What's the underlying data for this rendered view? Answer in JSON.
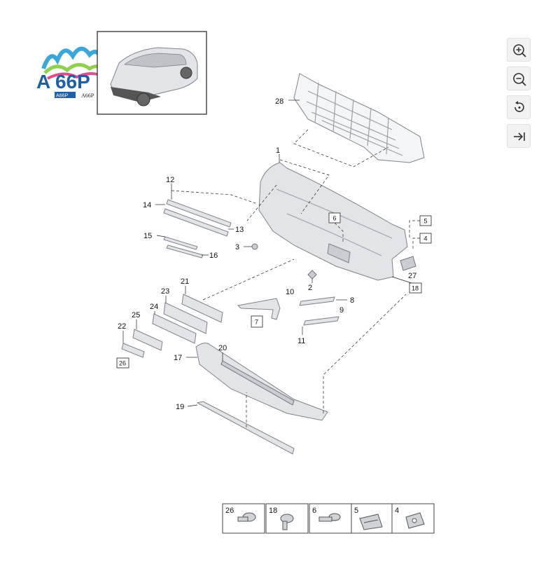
{
  "logo": {
    "text": "A 66P",
    "small_left": "A66P",
    "small_right": "A66P"
  },
  "toolbar": {
    "zoom_in_icon": "zoom-in-icon",
    "zoom_out_icon": "zoom-out-icon",
    "rotate_icon": "rotate-icon",
    "collapse_icon": "collapse-right-icon"
  },
  "callouts": {
    "p1": "1",
    "p2": "2",
    "p3": "3",
    "p4": "4",
    "p5": "5",
    "p6": "6",
    "p7": "7",
    "p8": "8",
    "p9": "9",
    "p10": "10",
    "p11": "11",
    "p12": "12",
    "p13": "13",
    "p14": "14",
    "p15": "15",
    "p16": "16",
    "p17": "17",
    "p18": "18",
    "p19": "19",
    "p20": "20",
    "p21": "21",
    "p22": "22",
    "p23": "23",
    "p24": "24",
    "p25": "25",
    "p26": "26",
    "p27": "27",
    "p28": "28"
  },
  "legend": [
    {
      "label": "26",
      "icon": "push-rivet-icon"
    },
    {
      "label": "18",
      "icon": "screw-icon"
    },
    {
      "label": "6",
      "icon": "clip-icon"
    },
    {
      "label": "5",
      "icon": "spring-clip-icon"
    },
    {
      "label": "4",
      "icon": "nut-clip-icon"
    }
  ]
}
